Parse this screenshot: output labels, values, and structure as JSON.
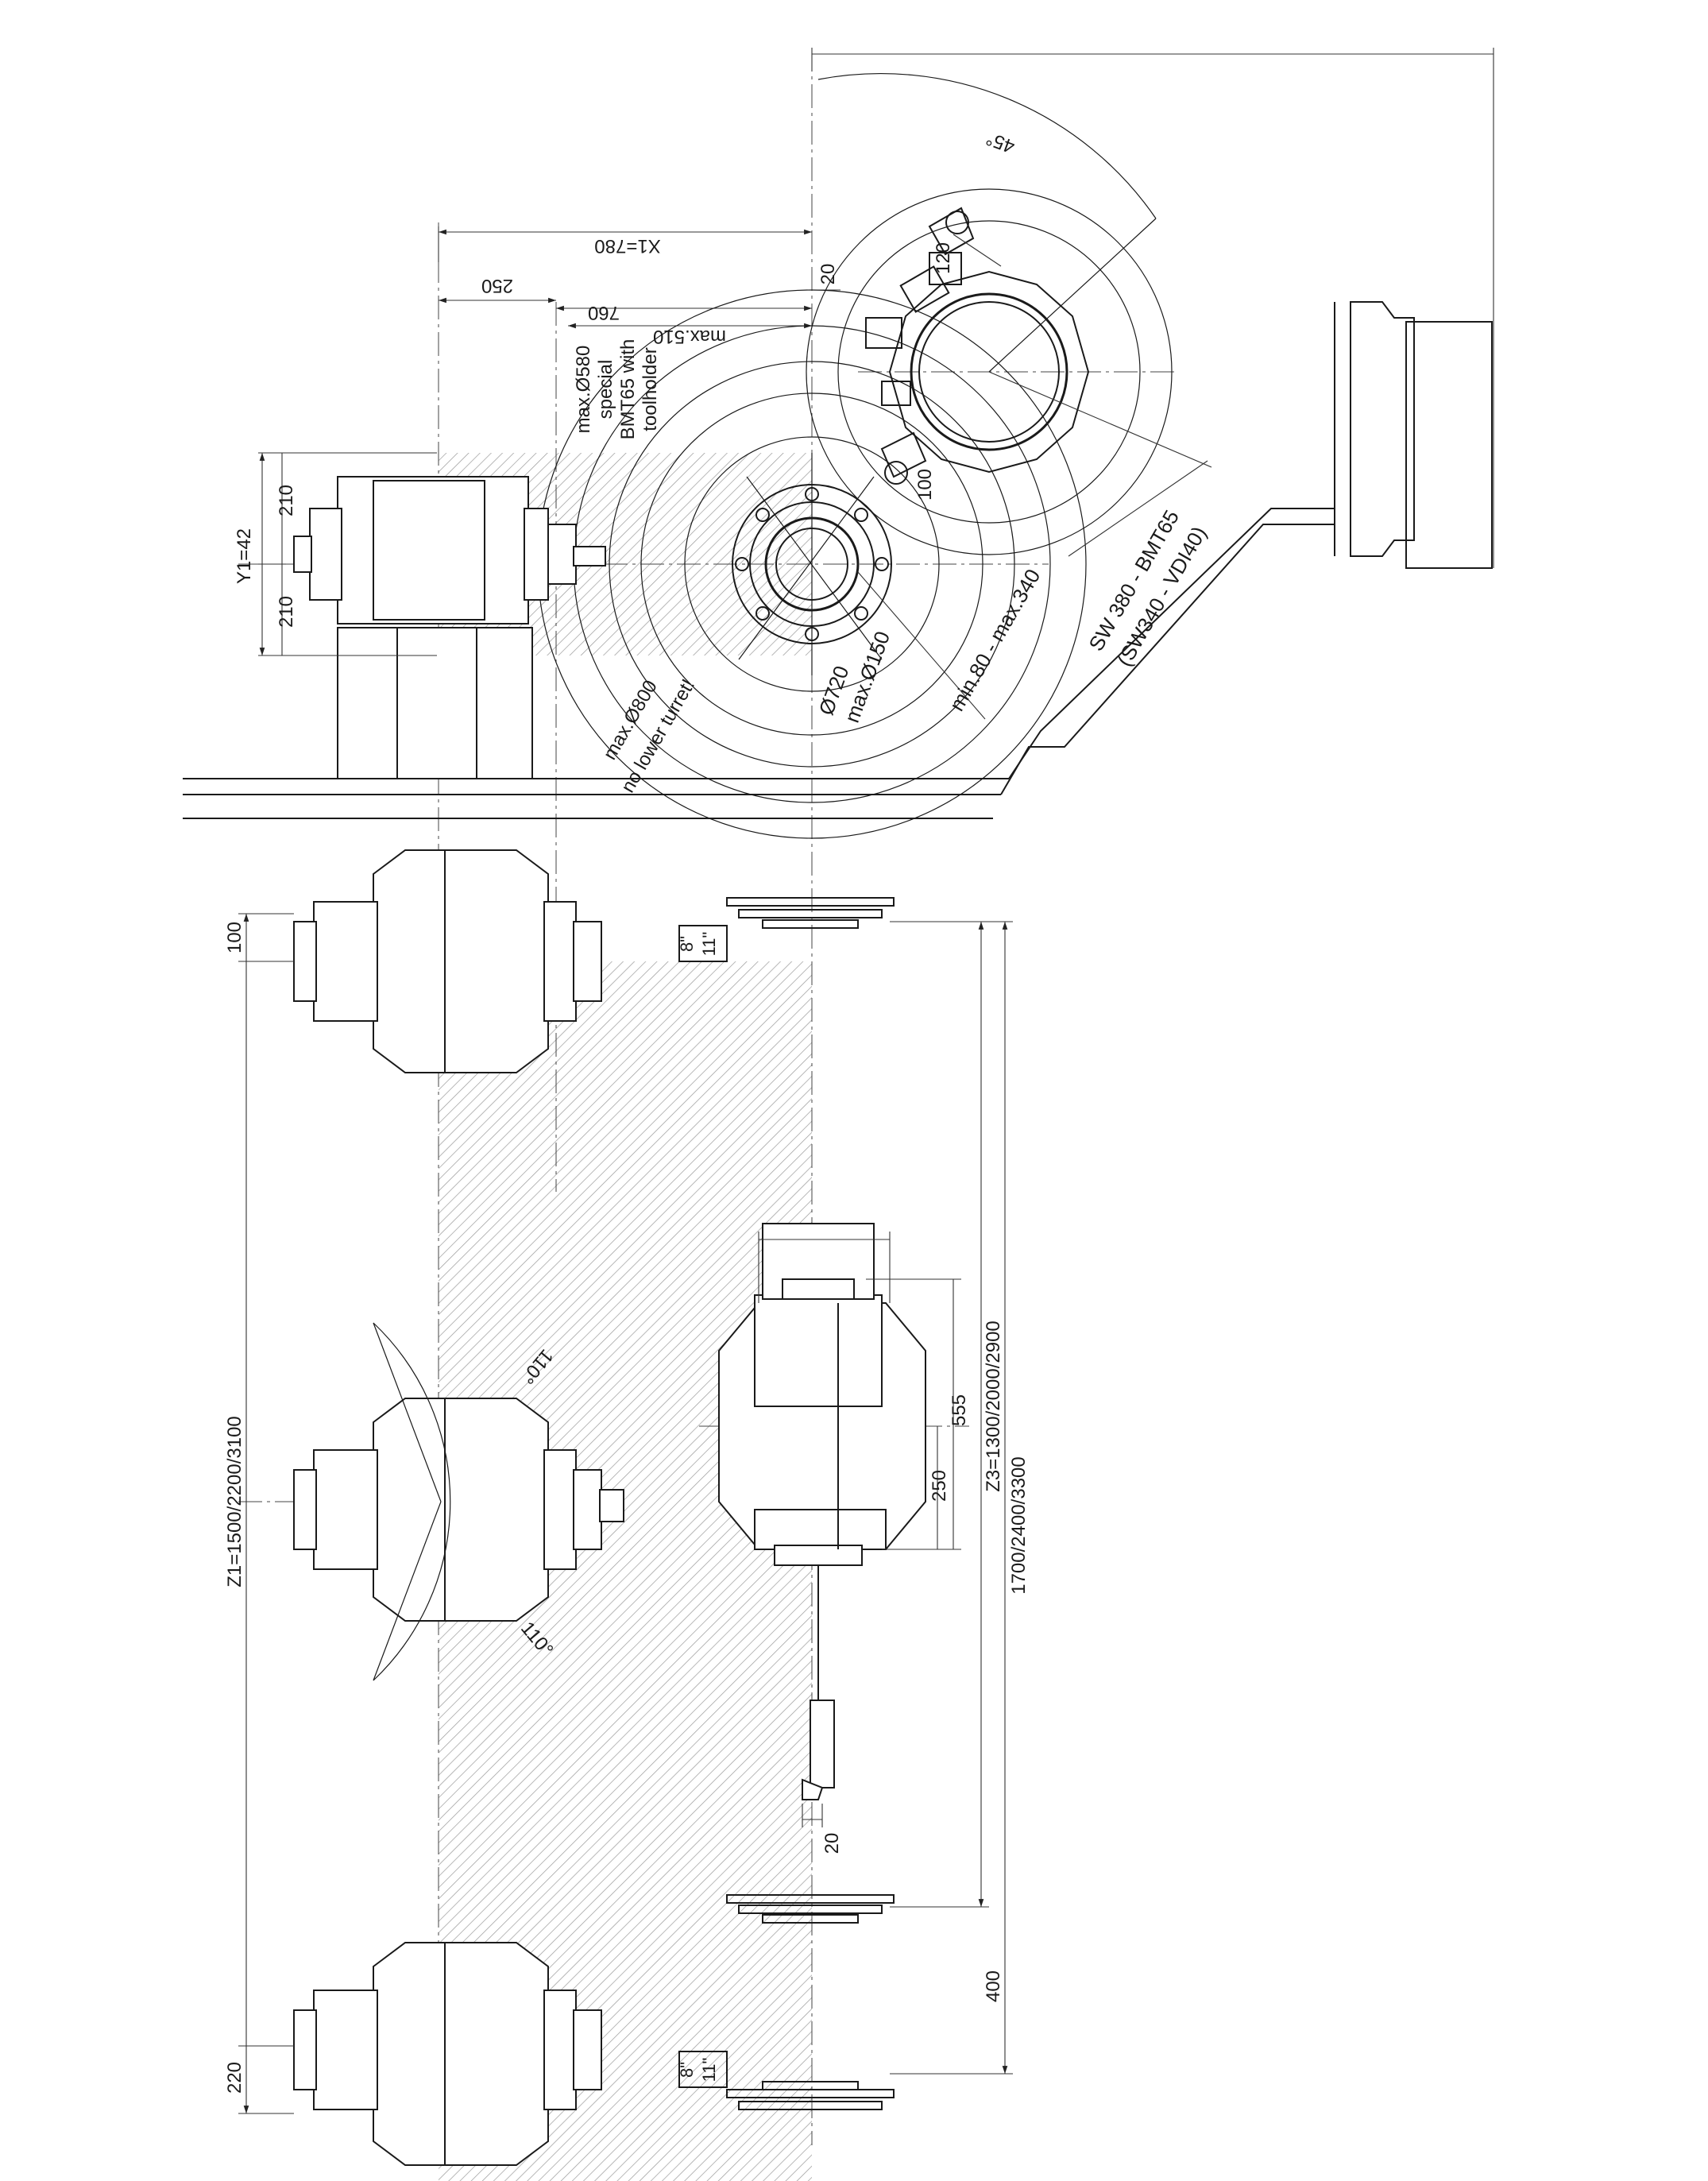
{
  "figure": {
    "labels": {
      "x1": "X1=780",
      "d250_top": "250",
      "d760": "760",
      "max510": "max.510",
      "d20_top": "20",
      "angle45": "45°",
      "d120": "120",
      "d100_turret": "100",
      "y1": "Y1=42",
      "d210_a": "210",
      "d210_b": "210",
      "toolholder_l1": "max.Ø580",
      "toolholder_l2": "special",
      "toolholder_l3": "BMT65 with",
      "toolholder_l4": "toolholder",
      "max800_l1": "max.Ø800",
      "max800_l2": "no lower turret!",
      "d720": "Ø720",
      "max150": "max.Ø150",
      "range": "min.80 - max.340",
      "sw380": "SW 380 - BMT65",
      "sw340": "(SW340 - VDI40)",
      "d100_z": "100",
      "inch8_a": "8\"",
      "inch11_a": "11\"",
      "z1": "Z1=1500/2200/3100",
      "angle110_a": "110°",
      "angle110_b": "110°",
      "d555": "555",
      "d250_z": "250",
      "z3": "Z3=1300/2000/2900",
      "z_total": "1700/2400/3300",
      "d20_bottom": "20",
      "d400": "400",
      "d220": "220",
      "inch8_b": "8\"",
      "inch11_b": "11\""
    }
  }
}
